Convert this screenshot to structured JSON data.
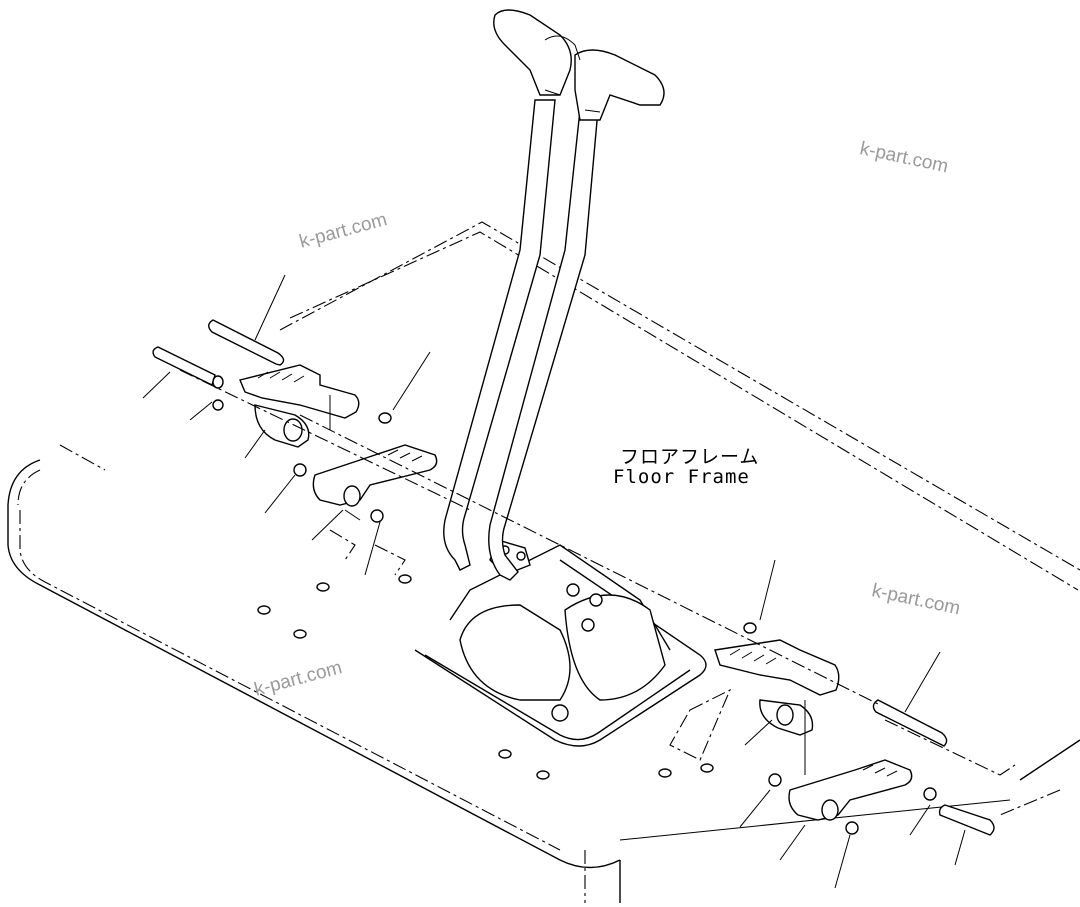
{
  "diagram": {
    "floor_label_jp": "フロアフレーム",
    "floor_label_en": "Floor Frame"
  },
  "watermarks": [
    "k-part.com",
    "k-part.com",
    "k-part.com",
    "k-part.com"
  ]
}
